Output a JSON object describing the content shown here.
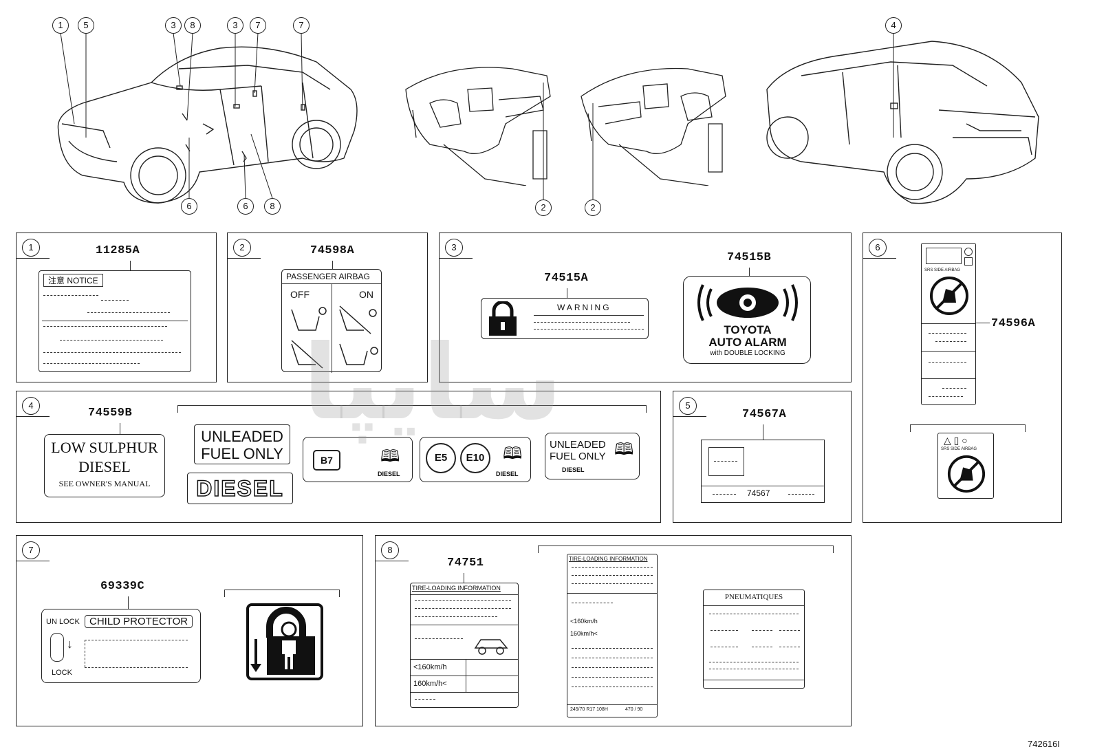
{
  "diagram_id": "742616I",
  "callouts": [
    "1",
    "5",
    "3",
    "8",
    "3",
    "7",
    "7",
    "6",
    "6",
    "8",
    "2",
    "2",
    "4"
  ],
  "panels": {
    "p1": {
      "num": "1",
      "part": "11285A",
      "notice": "注意 NOTICE"
    },
    "p2": {
      "num": "2",
      "part": "74598A",
      "title": "PASSENGER AIRBAG",
      "off": "OFF",
      "on": "ON"
    },
    "p3": {
      "num": "3",
      "part_a": "74515A",
      "part_b": "74515B",
      "warning": "WARNING",
      "alarm_line1": "TOYOTA",
      "alarm_line2": "AUTO ALARM",
      "alarm_line3": "with DOUBLE LOCKING"
    },
    "p4": {
      "num": "4",
      "part": "74559B",
      "lsd_line1": "LOW SULPHUR",
      "lsd_line2": "DIESEL",
      "lsd_line3": "SEE OWNER'S MANUAL",
      "unleaded_line1": "UNLEADED",
      "unleaded_line2": "FUEL ONLY",
      "diesel": "DIESEL",
      "b7": "B7",
      "b7_sub": "DIESEL",
      "e5": "E5",
      "e10": "E10",
      "e_sub": "DIESEL",
      "uf_line1": "UNLEADED",
      "uf_line2": "FUEL ONLY",
      "uf_sub": "DIESEL"
    },
    "p5": {
      "num": "5",
      "part": "74567A",
      "code": "74567"
    },
    "p6": {
      "num": "6",
      "part": "74596A",
      "srs_top": "SRS SIDE AIRBAG",
      "srs_bottom": "SRS SIDE AIRBAG"
    },
    "p7": {
      "num": "7",
      "part": "69339C",
      "unlock": "UN LOCK",
      "lock": "LOCK",
      "child": "CHILD PROTECTOR"
    },
    "p8": {
      "num": "8",
      "part": "74751",
      "tire_title": "TIRE-LOADING INFORMATION",
      "speed1": "<160km/h",
      "speed2": "160km/h<",
      "tire_title2": "TIRE-LOADING INFORMATION",
      "pneu": "PNEUMATIQUES",
      "size": "245/70 R17 108H",
      "pressure": "470 / 90"
    }
  }
}
